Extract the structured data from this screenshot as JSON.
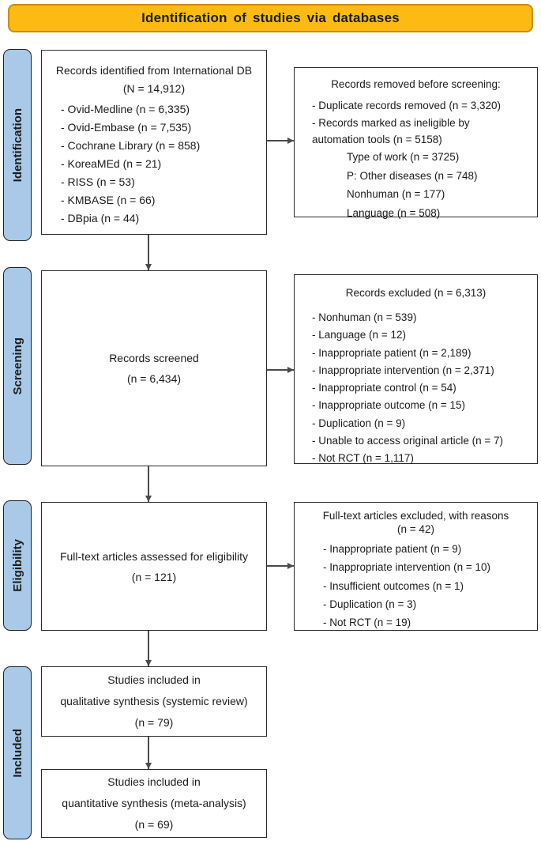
{
  "banner": {
    "title": "Identification of studies via databases"
  },
  "colors": {
    "banner_fill": "#FDBA12",
    "banner_border": "#C88F00",
    "stage_fill": "#A9C9E8",
    "stage_border": "#1F1F1F",
    "box_border": "#2B2B2B",
    "arrow": "#4A4A4A",
    "text": "#1C1C1C"
  },
  "stages": [
    {
      "label": "Identification"
    },
    {
      "label": "Screening"
    },
    {
      "label": "Eligibility"
    },
    {
      "label": "Included"
    }
  ],
  "flow": {
    "identified": {
      "title": "Records identified from International DB",
      "total": "(N = 14,912)",
      "items": [
        "- Ovid-Medline (n = 6,335)",
        "- Ovid-Embase (n = 7,535)",
        "- Cochrane Library (n = 858)",
        "- KoreaMEd (n = 21)",
        "-  RISS (n = 53)",
        "-  KMBASE (n = 66)",
        "-  DBpia (n = 44)"
      ]
    },
    "screened": {
      "line1": "Records screened",
      "line2": "(n = 6,434)"
    },
    "fulltext": {
      "line1": "Full-text articles assessed for eligibility",
      "line2": "(n = 121)"
    },
    "qualitative": {
      "line1": "Studies included in",
      "line2": "qualitative synthesis (systemic review)",
      "line3": "(n = 79)"
    },
    "quantitative": {
      "line1": "Studies included in",
      "line2": "quantitative synthesis (meta-analysis)",
      "line3": "(n = 69)"
    }
  },
  "exclusions": {
    "removed": {
      "title": "Records removed before screening:",
      "items": [
        "- Duplicate records removed (n = 3,320)",
        "- Records marked as ineligible by\nautomation tools  (n = 5158)"
      ],
      "subitems": [
        "Type of work (n = 3725)",
        "P: Other diseases (n = 748)",
        "Nonhuman (n = 177)",
        "Language (n = 508)"
      ]
    },
    "screened_excluded": {
      "title": "Records excluded (n = 6,313)",
      "items": [
        "- Nonhuman (n = 539)",
        "- Language (n = 12)",
        "- Inappropriate patient (n = 2,189)",
        "- Inappropriate intervention (n = 2,371)",
        "- Inappropriate control (n = 54)",
        "- Inappropriate outcome (n = 15)",
        "- Duplication (n = 9)",
        "- Unable to access original article (n = 7)",
        "- Not RCT (n = 1,117)"
      ]
    },
    "fulltext_excluded": {
      "title": "Full-text articles excluded, with reasons",
      "subtitle": "(n = 42)",
      "items": [
        "- Inappropriate patient (n = 9)",
        "- Inappropriate intervention (n = 10)",
        "- Insufficient outcomes (n = 1)",
        "- Duplication (n = 3)",
        "- Not RCT (n = 19)"
      ]
    }
  }
}
